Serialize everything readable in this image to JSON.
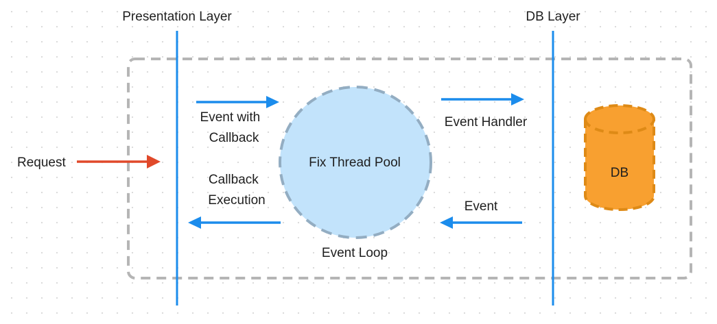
{
  "diagram": {
    "layers": {
      "presentation": "Presentation Layer",
      "db": "DB Layer"
    },
    "request_label": "Request",
    "event_with_callback": [
      "Event with",
      "Callback"
    ],
    "callback_execution": [
      "Callback",
      "Execution"
    ],
    "thread_pool_label": "Fix Thread Pool",
    "event_loop_label": "Event Loop",
    "event_handler_label": "Event Handler",
    "event_label": "Event",
    "db_label": "DB",
    "colors": {
      "layer_line": "#1b8cec",
      "flow_arrow": "#1b8cec",
      "request_arrow": "#e0492a",
      "boundary": "#b5b5b5",
      "pool_fill": "#c2e3fb",
      "pool_stroke": "#93adc2",
      "db_fill": "#f8a030",
      "db_stroke": "#de8a16",
      "text": "#1e1e1e"
    }
  }
}
